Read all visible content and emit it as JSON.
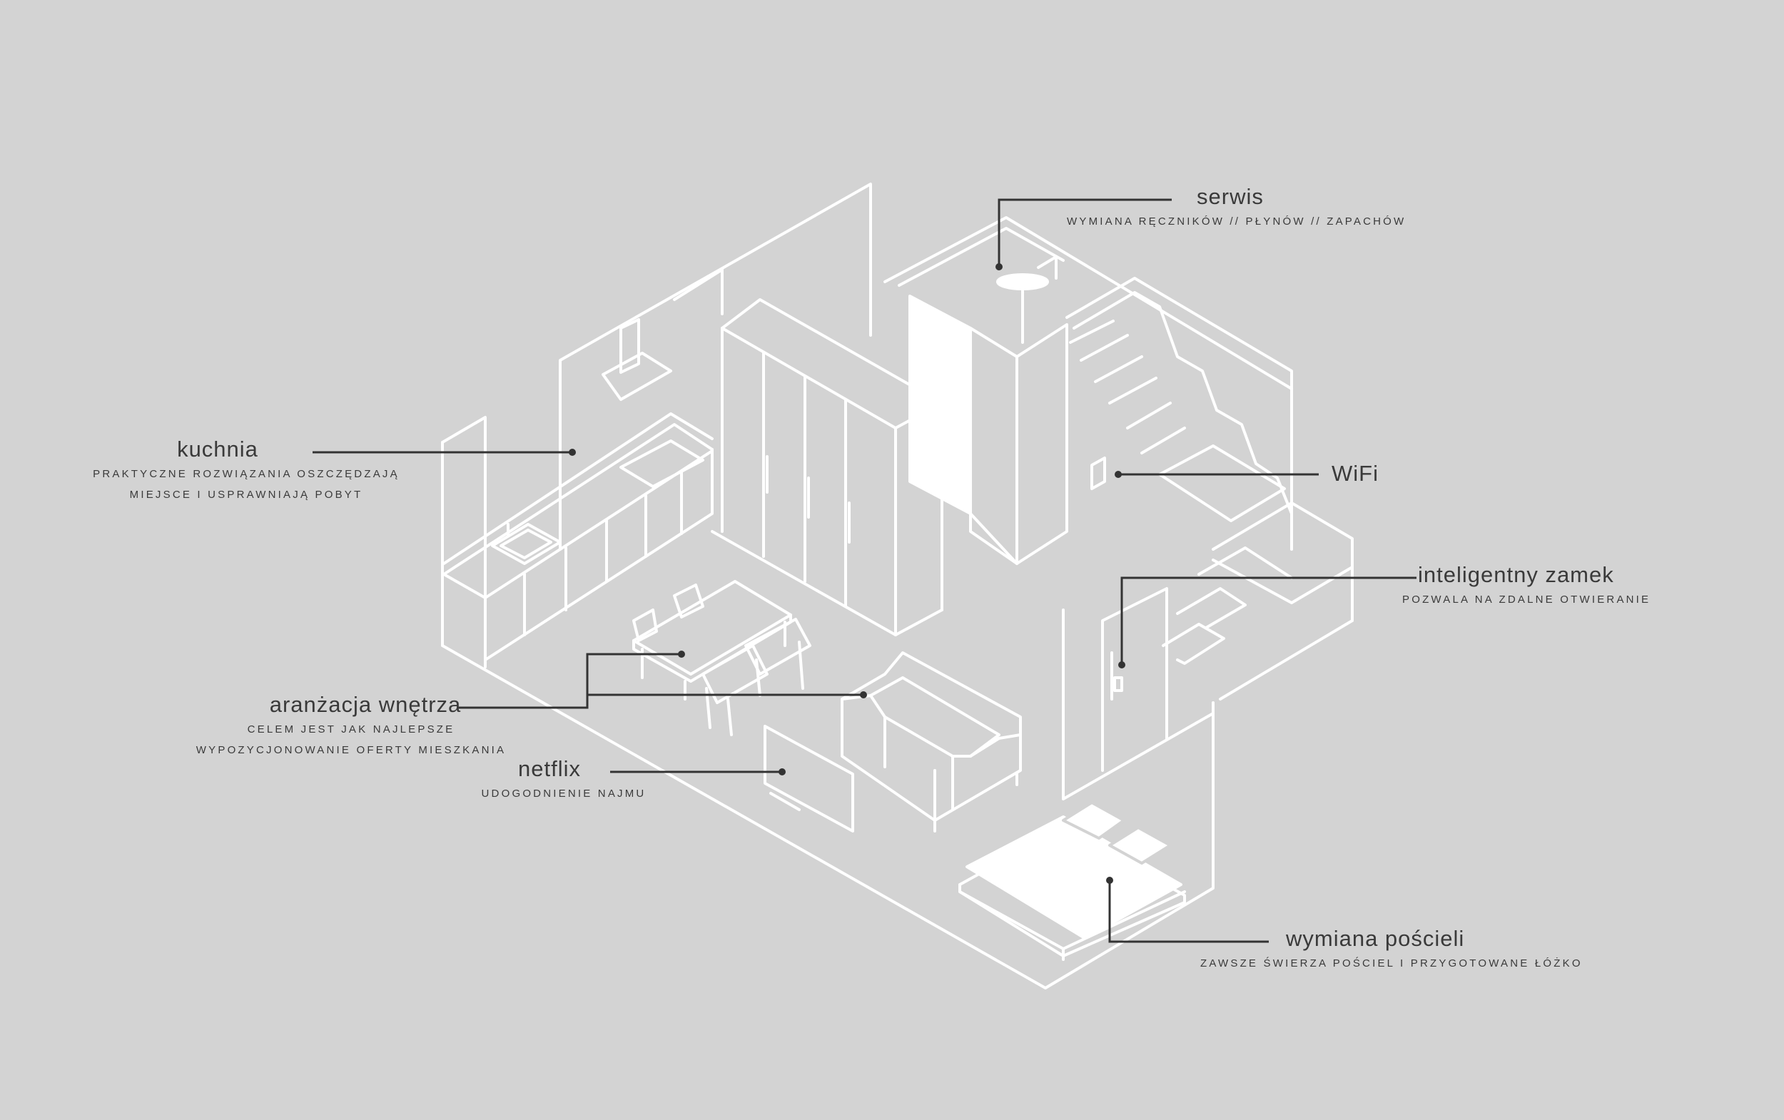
{
  "colors": {
    "background": "#d3d3d3",
    "outline": "#ffffff",
    "leader_line": "#333333",
    "text": "#3a3a3a"
  },
  "callouts": {
    "kuchnia": {
      "title": "kuchnia",
      "sub1": "PRAKTYCZNE ROZWIĄZANIA OSZCZĘDZAJĄ",
      "sub2": "MIEJSCE I USPRAWNIAJĄ POBYT"
    },
    "serwis": {
      "title": "serwis",
      "sub1": "WYMIANA RĘCZNIKÓW // PŁYNÓW // ZAPACHÓW"
    },
    "wifi": {
      "title": "WiFi"
    },
    "zamek": {
      "title": "inteligentny zamek",
      "sub1": "POZWALA NA ZDALNE OTWIERANIE"
    },
    "aranzacja": {
      "title": "aranżacja wnętrza",
      "sub1": "CELEM JEST JAK NAJLEPSZE",
      "sub2": "WYPOZYCJONOWANIE OFERTY MIESZKANIA"
    },
    "netflix": {
      "title": "netflix",
      "sub1": "UDOGODNIENIE NAJMU"
    },
    "posciel": {
      "title": "wymiana pościeli",
      "sub1": "ZAWSZE ŚWIERZA POŚCIEL I PRZYGOTOWANE ŁÓŻKO"
    }
  }
}
